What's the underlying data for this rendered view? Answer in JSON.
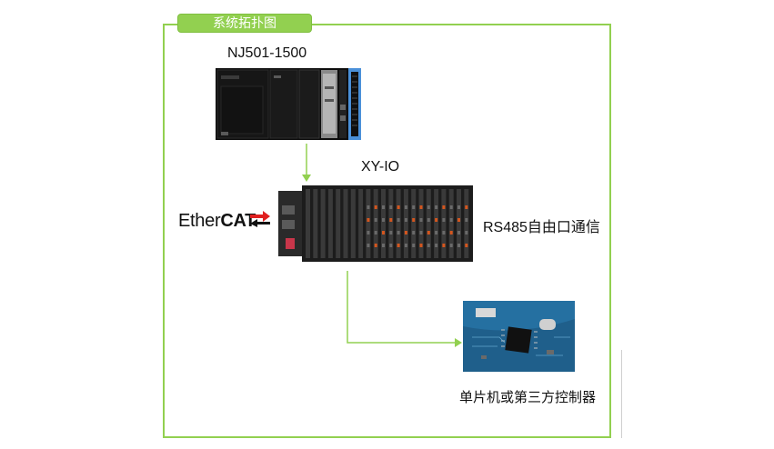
{
  "diagram": {
    "title": "系统拓扑图",
    "nodes": {
      "plc": {
        "label": "NJ501-1500"
      },
      "io": {
        "label": "XY-IO"
      },
      "rs485": {
        "label": "RS485自由口通信"
      },
      "mcu": {
        "label": "单片机或第三方控制器"
      }
    },
    "protocol_logo": {
      "prefix": "Ether",
      "suffix": "CAT"
    },
    "colors": {
      "frame": "#92d050",
      "arrow": "#92d050",
      "plc_body": "#111111",
      "plc_highlight": "#4a90d9",
      "io_body": "#1c1c1c",
      "io_accent": "#d4561e",
      "board": "#1f5f8b",
      "ethercat_red": "#e02020"
    }
  }
}
